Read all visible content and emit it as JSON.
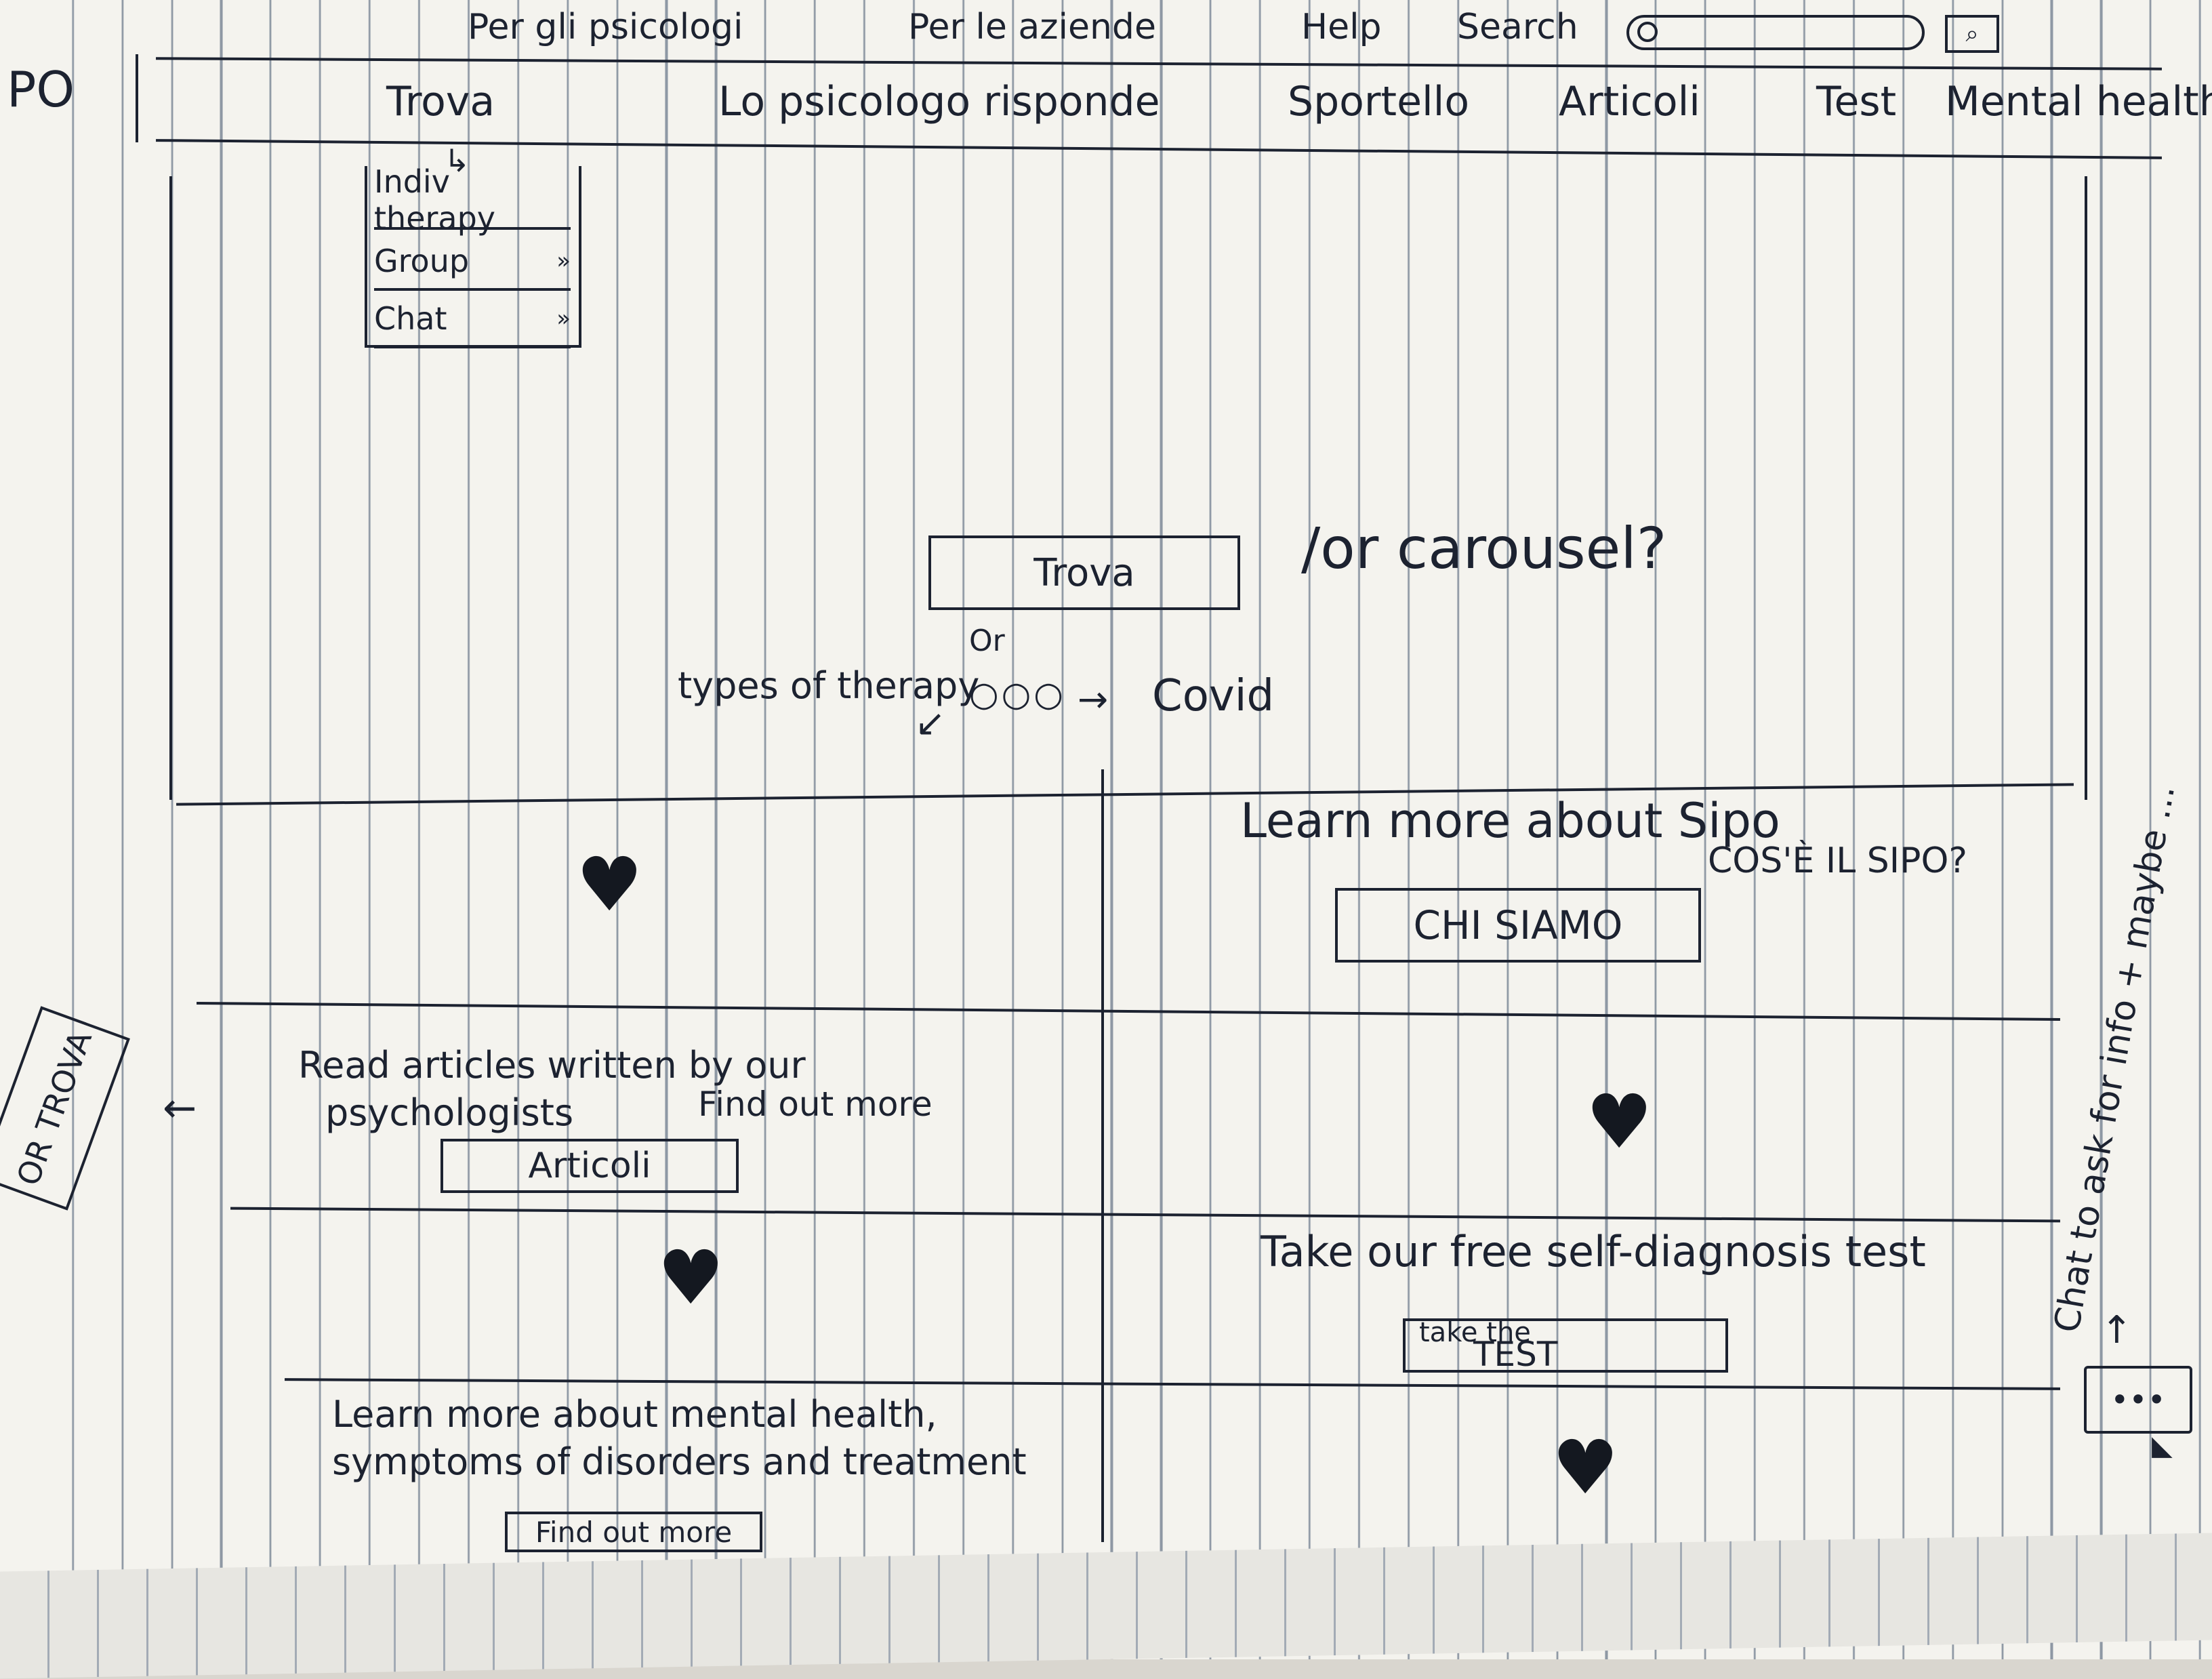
{
  "topnav": {
    "psychologists": "Per gli psicologi",
    "companies": "Per le aziende",
    "help": "Help",
    "search_label": "Search",
    "search_button": "⌕"
  },
  "logo": "PO",
  "mainnav": {
    "items": [
      "Trova",
      "Lo psicologo risponde",
      "Sportello",
      "Articoli",
      "Test",
      "Mental health"
    ]
  },
  "dropdown": {
    "items": [
      {
        "label": "Indiv therapy",
        "chevron": ""
      },
      {
        "label": "Group",
        "chevron": "»"
      },
      {
        "label": "Chat",
        "chevron": "»"
      }
    ]
  },
  "hero": {
    "button": "Trova",
    "or_text": "/or carousel?",
    "or_small": "Or",
    "dots": "○○○",
    "left_arrow_label": "types of therapy",
    "right_arrow_label": "Covid"
  },
  "about": {
    "heading": "Learn more about Sipo",
    "button": "CHI SIAMO",
    "alt": "COS'È IL SIPO?"
  },
  "articles": {
    "text_line1": "Read articles written by our",
    "text_line2": "psychologists",
    "button": "Articoli",
    "alt": "Find out more",
    "side_note": "OR TROVA"
  },
  "test": {
    "heading": "Take our free self-diagnosis test",
    "button_small": "take the",
    "button": "TEST"
  },
  "mental": {
    "text_line1": "Learn more about mental health,",
    "text_line2": "symptoms of disorders and treatment",
    "button": "Find out more"
  },
  "chat": {
    "bubble": "•••",
    "note": "Chat to ask for info + maybe ..."
  },
  "hearts": "♥"
}
